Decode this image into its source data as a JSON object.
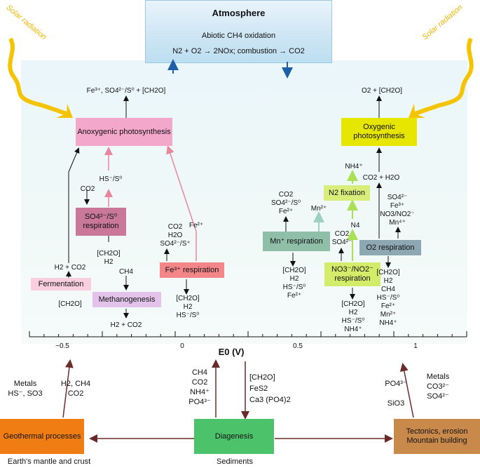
{
  "atmosphere": {
    "title": "Atmosphere",
    "line1": "Abiotic CH4 oxidation",
    "line2": "N2 + O2 → 2NOx; combustion → CO2"
  },
  "solar_left": "Solar radiation",
  "solar_right": "Solar radiation",
  "boxes": {
    "anoxygenic": "Anoxygenic photosynthesis",
    "oxygenic": "Oxygenic photosynthesis",
    "sulfate": "SO4²⁻/S⁰ respiration",
    "fermentation": "Fermentation",
    "methanogenesis": "Methanogenesis",
    "fe_resp": "Fe³⁺ respiration",
    "mn_resp": "Mn⁺ respiration",
    "n2_fix": "N2 fixation",
    "no3_resp": "NO3⁻/NO2⁻ respiration",
    "o2_resp": "O2 respiration",
    "geothermal": "Geothermal processes",
    "diagenesis": "Diagenesis",
    "tectonics": "Tectonics, erosion Mountain building"
  },
  "labels": {
    "anox_product": "Fe³⁺, SO4²⁻/S⁰ + [CH2O]",
    "oxy_product": "O2 + [CH2O]",
    "hs_s0": "HS⁻/S⁰",
    "co2_a": "CO2",
    "sulf_in": "[CH2O]\nH2",
    "h2co2": "H2 + CO2",
    "ferm_in": "[CH2O]",
    "ch4": "CH4",
    "methano_in": "H2 + CO2",
    "fe_out": "CO2\nH2O\nSO4²⁻/S⁺",
    "fe2": "Fe²⁺",
    "fe_in": "[CH2O]\nH2\nHS⁻/S⁰",
    "mn_out": "CO2\nSO4²⁻/S⁰\nFe²⁺",
    "mn2": "Mn²⁺",
    "mn_in": "[CH2O]\nH2\nHS⁻/S⁰\nFe²⁺",
    "nh4_top": "NH4⁺",
    "n4": "N4",
    "no3_out": "CO2\nSO4²⁻",
    "no3_in": "[CH2O]\nH2\nHS⁻/S⁰\nNH4⁺",
    "co2h2o": "CO2 + H2O",
    "o2_out": "SO4²⁻\nFe³⁺\nNO3/NO2⁻\nMn⁴⁺",
    "o2_in": "[CH2O]\nH2\nCH4\nHS⁻/S⁰\nFe²⁺\nMn²⁺\nNH4⁺",
    "geo_left": "Metals\nHS⁻, SO3",
    "geo_right": "H2, CH4\nCO2",
    "dia_left": "CH4\nCO2\nNH4⁺\nPO4³⁻",
    "dia_right": "[CH2O]\nFeS2\nCa3 (PO4)2",
    "tect_left": "PO4³⁻\n\nSiO3",
    "tect_right": "Metals\nCO3²⁻\nSO4²⁻",
    "earth": "Earth's mantle and crust",
    "sediments": "Sediments"
  },
  "axis": {
    "title": "E0 (V)",
    "ticks": [
      "−0.5",
      "0",
      "0.5",
      "1"
    ]
  },
  "colors": {
    "anoxygenic": "#f3a7cb",
    "oxygenic": "#e6e600",
    "sulfate": "#c9789a",
    "fermentation": "#f9cfe0",
    "methanogenesis": "#e3c3ea",
    "fe_resp": "#f4868a",
    "mn_resp": "#8fbfa9",
    "n2_fix": "#d9ee7a",
    "no3_resp": "#d3ec6a",
    "o2_resp": "#8ea8b3",
    "geothermal": "#f07d14",
    "diagenesis": "#4cc26a",
    "tectonics": "#c9894b"
  }
}
